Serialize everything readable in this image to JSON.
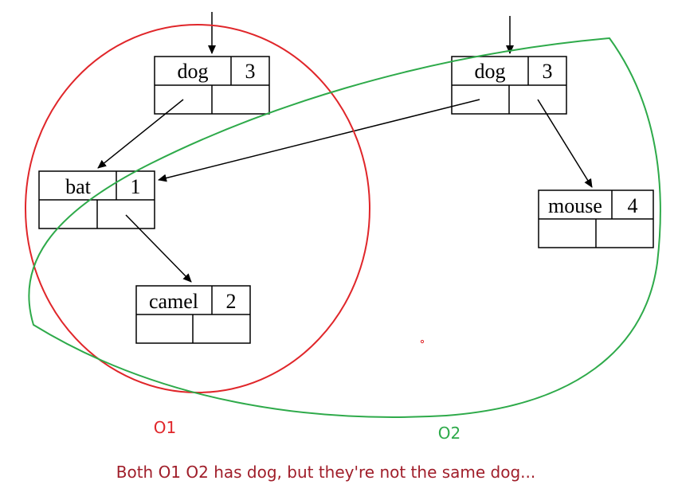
{
  "nodes": {
    "dog_left": {
      "key": "dog",
      "count": "3"
    },
    "bat": {
      "key": "bat",
      "count": "1"
    },
    "camel": {
      "key": "camel",
      "count": "2"
    },
    "dog_right": {
      "key": "dog",
      "count": "3"
    },
    "mouse": {
      "key": "mouse",
      "count": "4"
    }
  },
  "sets": {
    "o1": {
      "label": "O1",
      "color": "#e0262a"
    },
    "o2": {
      "label": "O2",
      "color": "#2eaa4a"
    }
  },
  "caption": {
    "text": "Both O1 O2 has dog, but they're not the same dog...",
    "color": "#a01e2a"
  }
}
